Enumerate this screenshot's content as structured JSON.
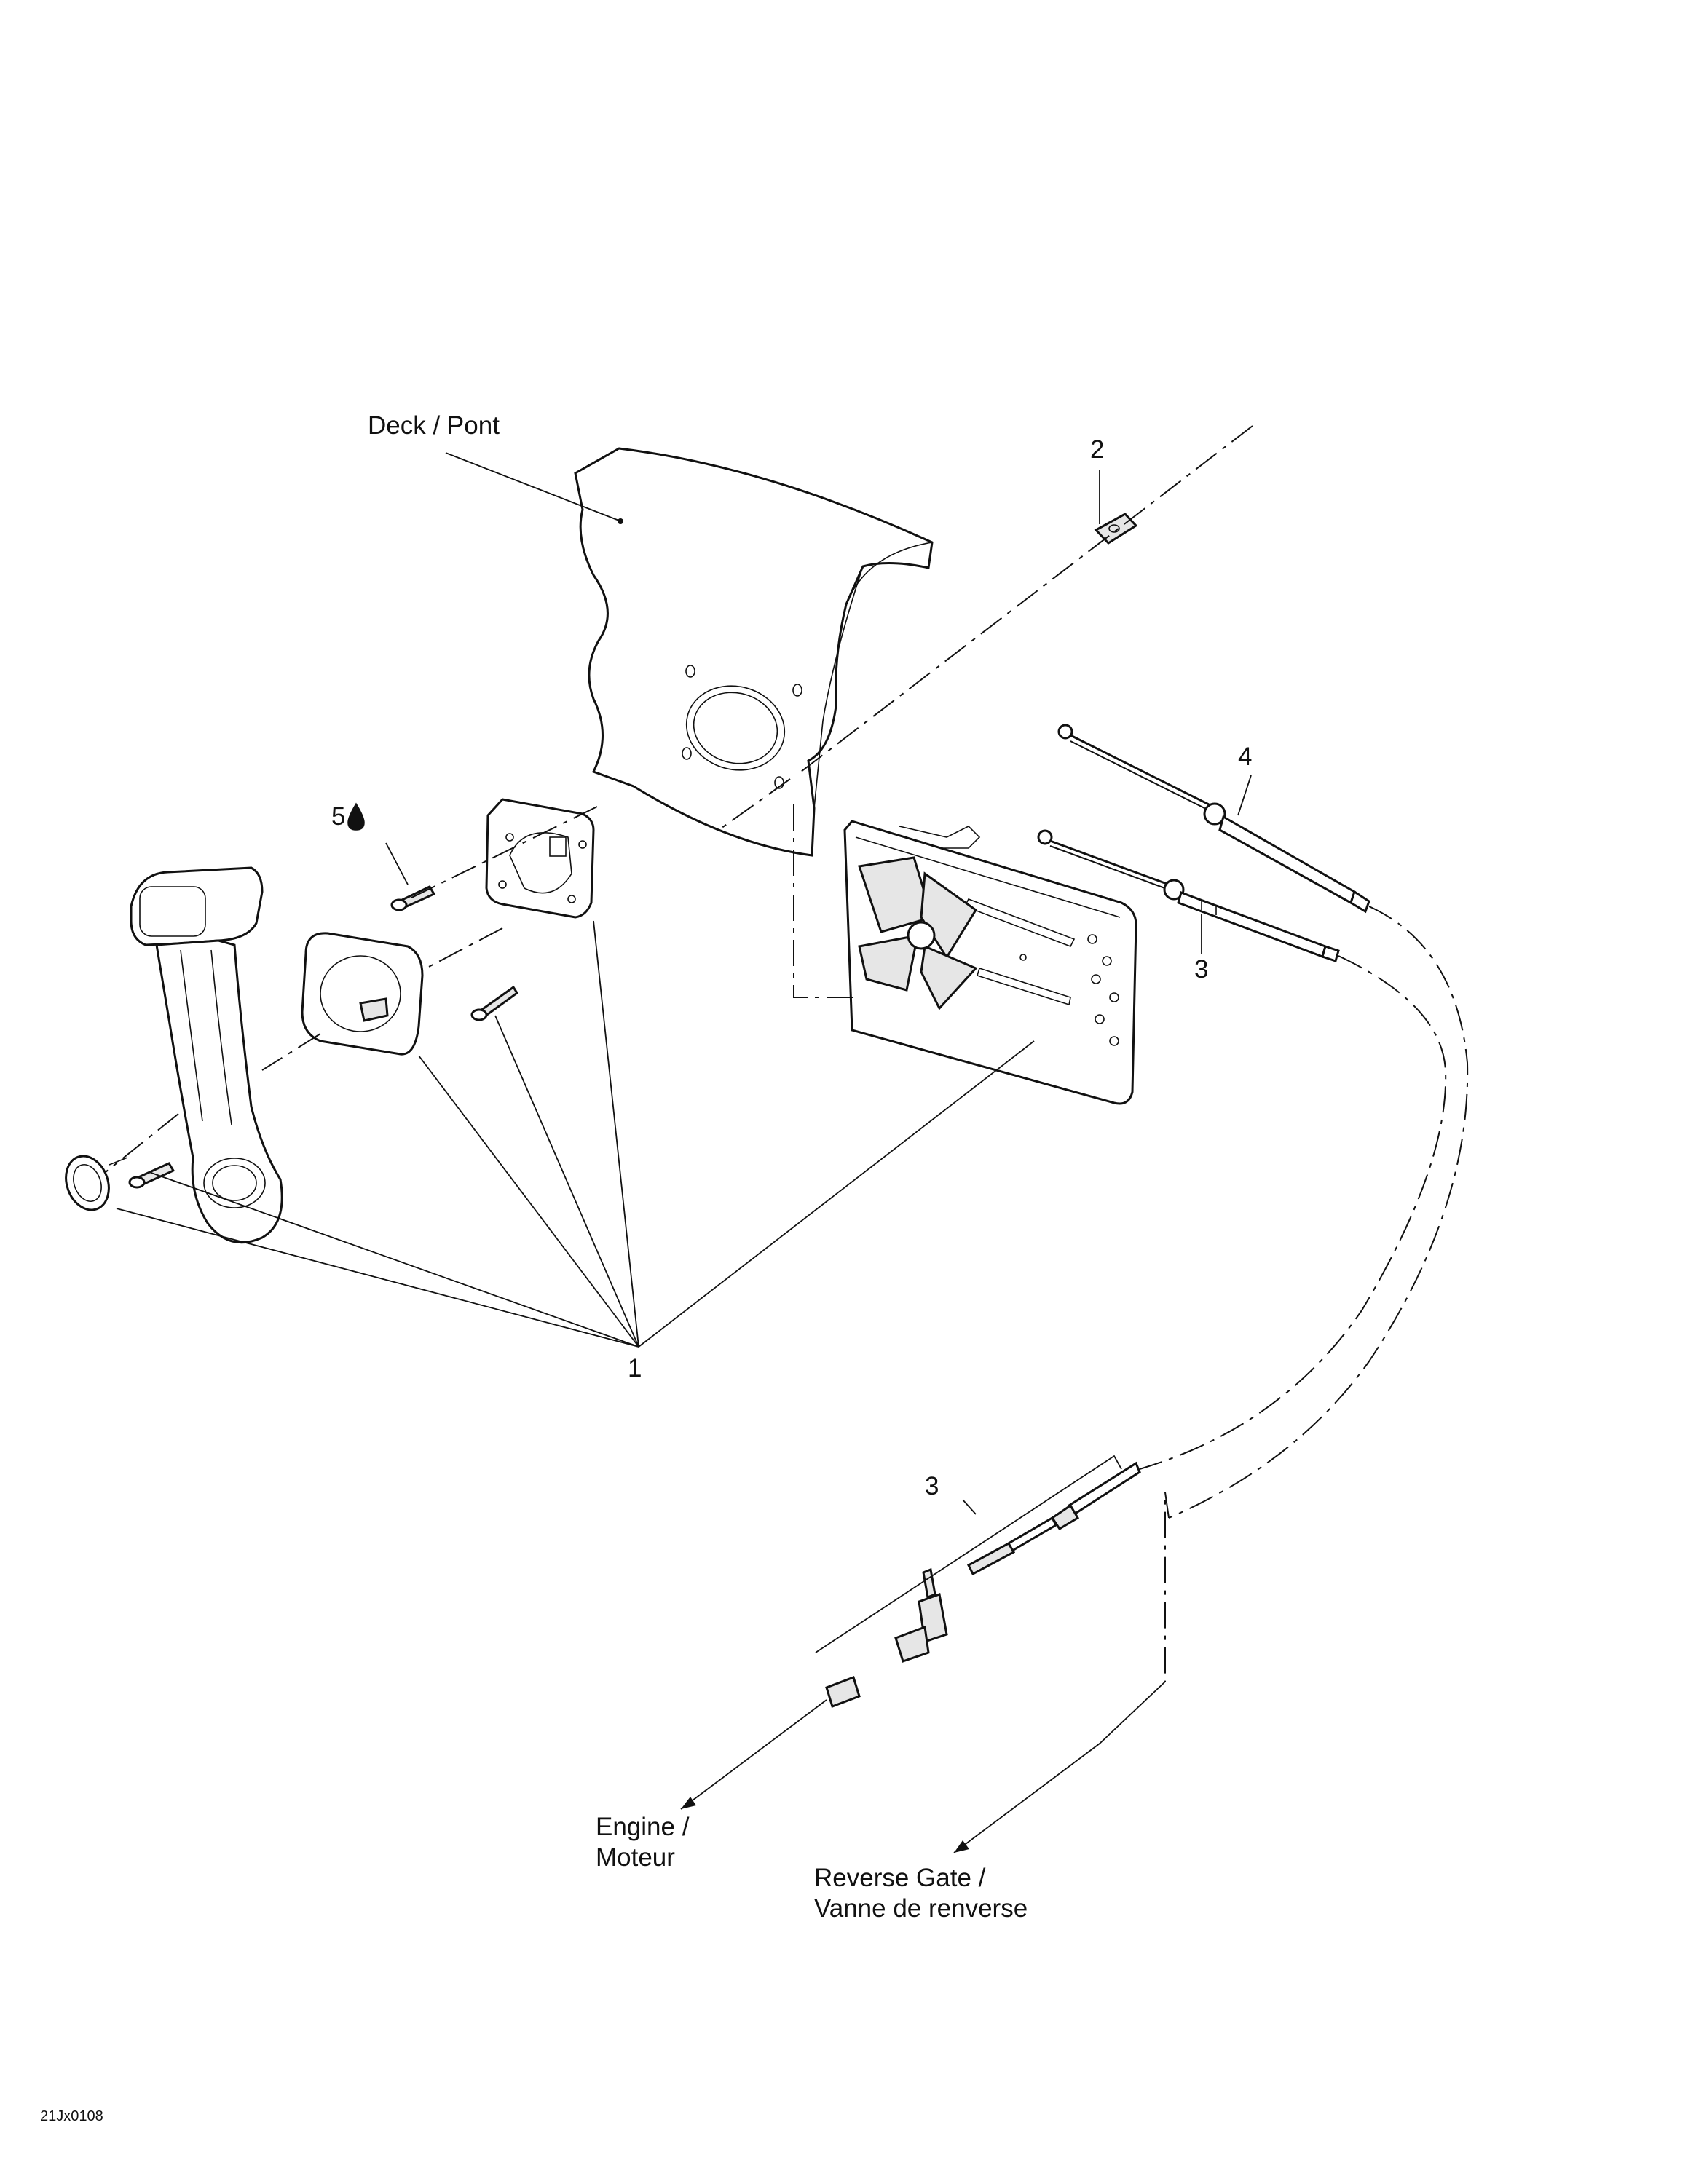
{
  "labels": {
    "deck": "Deck / Pont",
    "callout_1": "1",
    "callout_2": "2",
    "callout_3_upper": "3",
    "callout_3_lower": "3",
    "callout_4": "4",
    "callout_5": "5",
    "engine_line1": "Engine /",
    "engine_line2": "Moteur",
    "reverse_line1": "Reverse Gate /",
    "reverse_line2": "Vanne de renverse",
    "figure_code": "21Jx0108"
  },
  "icons": {
    "sealant": "sealant-drop-icon"
  },
  "colors": {
    "line": "#111111",
    "part_fill": "#e6e6e6",
    "background": "#ffffff"
  }
}
